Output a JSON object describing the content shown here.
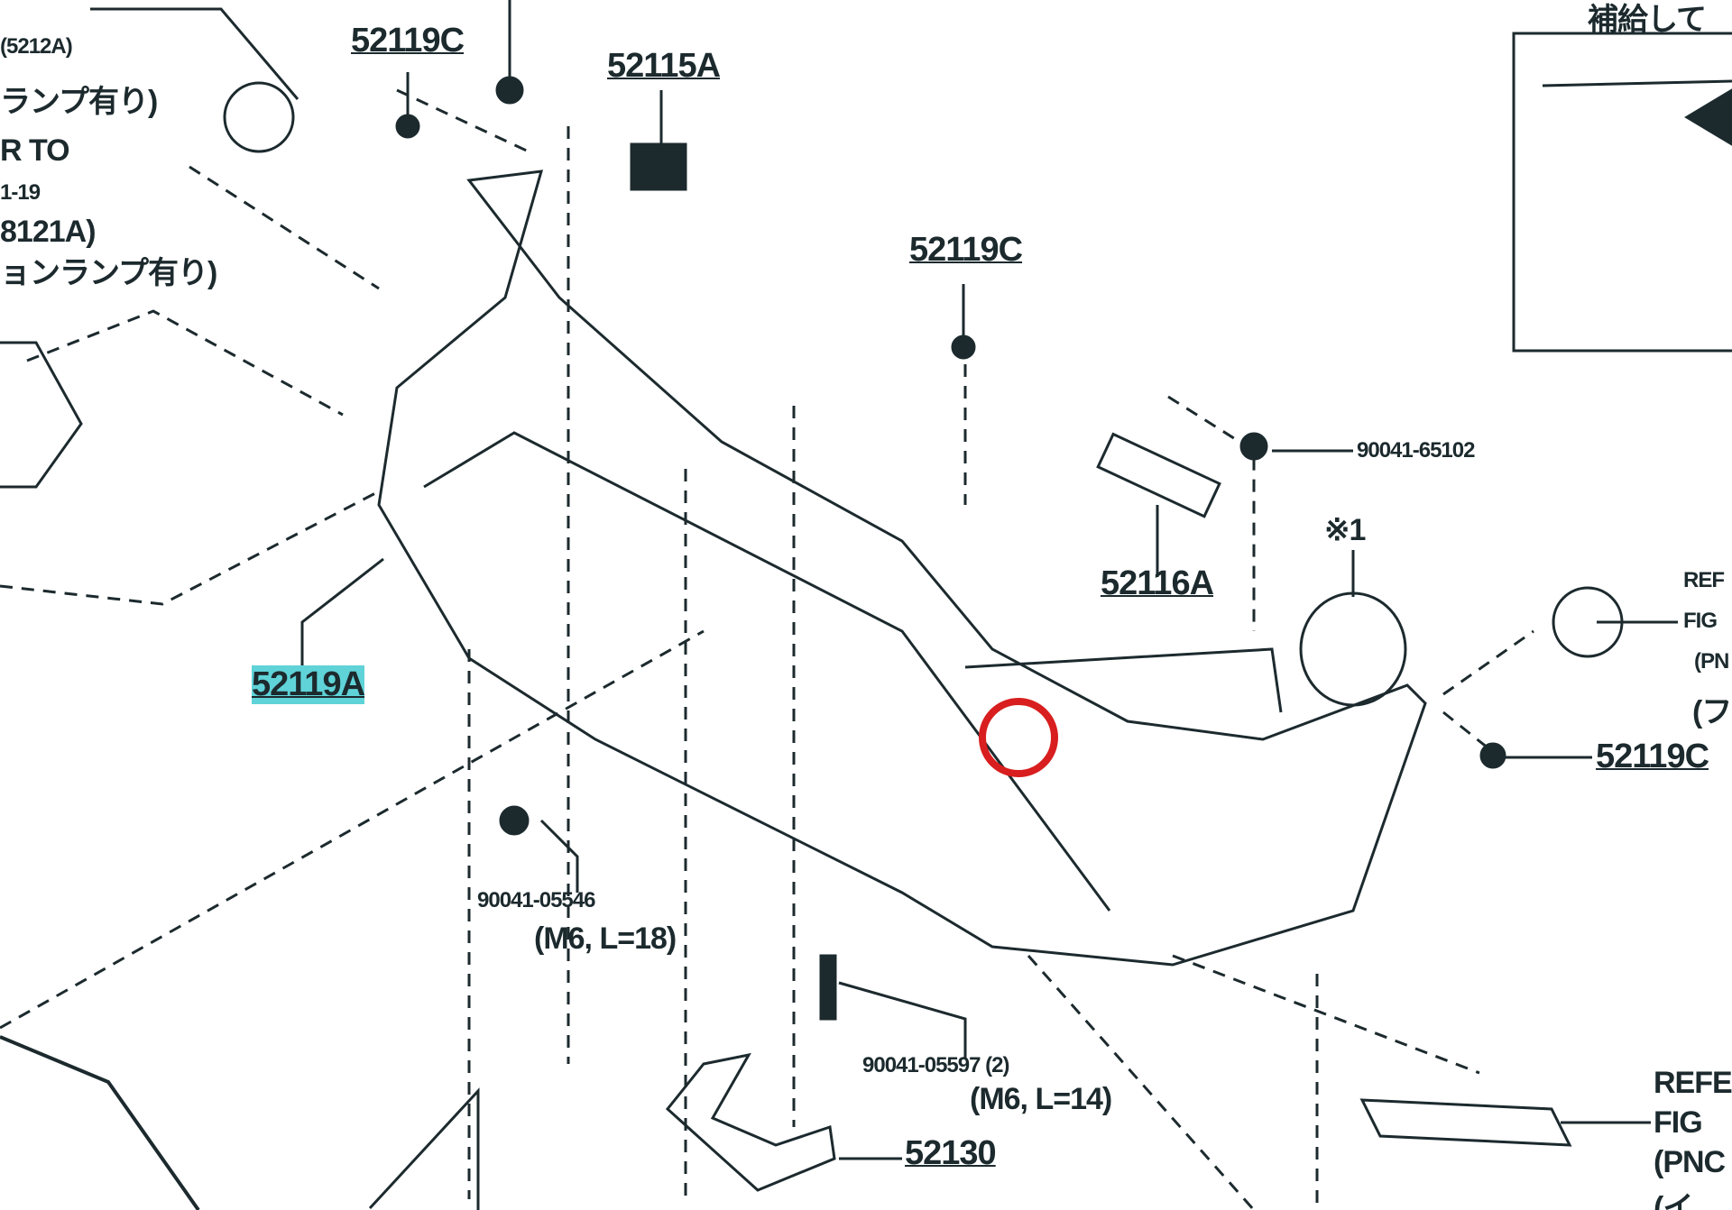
{
  "diagram": {
    "highlight_color": "#5fd3d8",
    "marker_color": "#d81e1e",
    "left_notes": [
      "(5212A)",
      "ランプ有り)",
      "R TO",
      "1-19",
      "8121A)",
      "ョンランプ有り)"
    ],
    "top_right_note": "補給して",
    "right_notes": [
      "REF",
      "FIG",
      "(PN",
      "(フ"
    ],
    "bottom_right_notes": [
      "REFE",
      "FIG",
      "(PNC",
      "(イ"
    ],
    "parts": [
      {
        "id": "52119C_top",
        "label": "52119C"
      },
      {
        "id": "52115A",
        "label": "52115A"
      },
      {
        "id": "52119C_mid",
        "label": "52119C"
      },
      {
        "id": "90041-65102",
        "label": "90041-65102"
      },
      {
        "id": "note1",
        "label": "※1"
      },
      {
        "id": "52116A",
        "label": "52116A"
      },
      {
        "id": "52119A",
        "label": "52119A"
      },
      {
        "id": "52119C_right",
        "label": "52119C"
      },
      {
        "id": "90041-05546",
        "label": "90041-05546"
      },
      {
        "id": "spec1",
        "label": "(M6, L=18)"
      },
      {
        "id": "90041-05597",
        "label": "90041-05597 (2)"
      },
      {
        "id": "spec2",
        "label": "(M6, L=14)"
      },
      {
        "id": "52130",
        "label": "52130"
      }
    ]
  }
}
